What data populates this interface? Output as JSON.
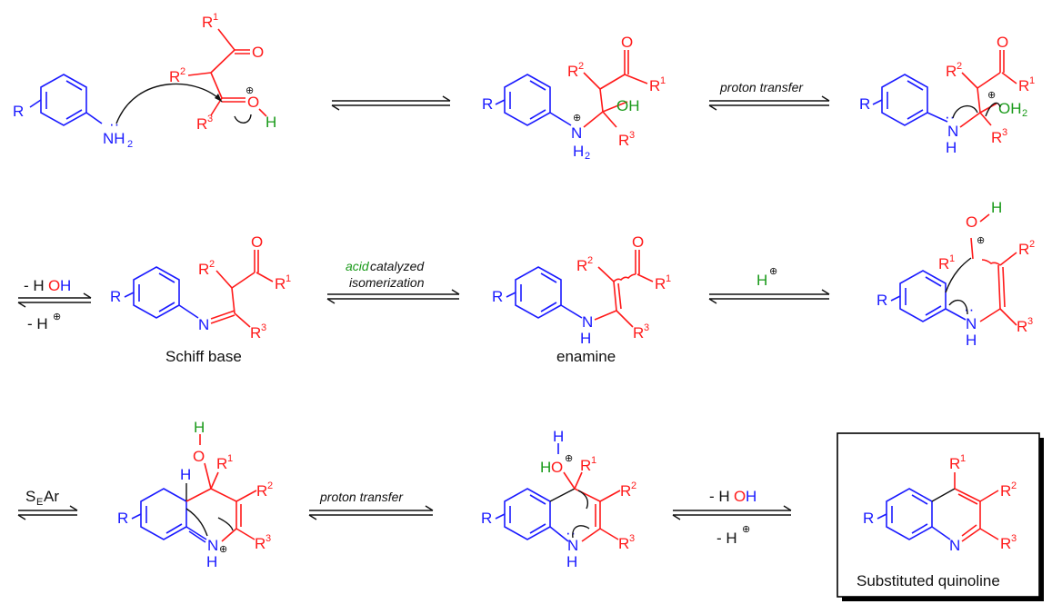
{
  "colors": {
    "aryl": "#1a1aff",
    "carbonyl": "#ff1a1a",
    "proton": "#1a9a1a",
    "arrows": "#111111"
  },
  "symbols": {
    "R": "R",
    "R1": "R",
    "R2": "R",
    "R3": "R",
    "sup1": "1",
    "sup2": "2",
    "sup3": "3",
    "N": "N",
    "H": "H",
    "O": "O",
    "OH": "OH",
    "NH": "NH",
    "H2": "2",
    "plus": "⊕",
    "lone_pair": "··"
  },
  "arrows": {
    "proton_transfer_1": "proton transfer",
    "acid_word": "acid",
    "catalyzed": " catalyzed",
    "isomerization": "isomerization",
    "hplus": "H",
    "minus_hoh_dash": "- H",
    "minus_hoh_o": "O",
    "minus_hoh_h": "H",
    "minus_h": "- H",
    "seAr_s": "S",
    "seAr_e": "E",
    "seAr_ar": "Ar",
    "proton_transfer_2": "proton transfer"
  },
  "captions": {
    "schiff_base": "Schiff base",
    "enamine": "enamine",
    "product": "Substituted quinoline"
  }
}
